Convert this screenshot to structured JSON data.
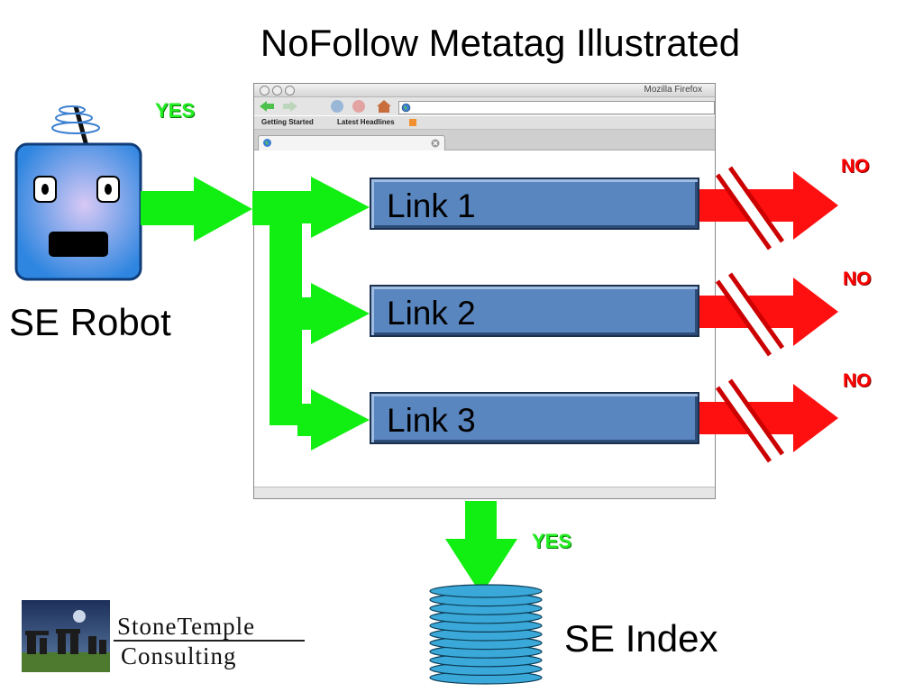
{
  "title": "NoFollow Metatag Illustrated",
  "robot_label": "SE Robot",
  "index_label": "SE Index",
  "yes_label": "YES",
  "no_label": "NO",
  "browser": {
    "window_title": "Mozilla Firefox",
    "bookmarks": [
      "Getting Started",
      "Latest Headlines"
    ]
  },
  "links": [
    "Link 1",
    "Link 2",
    "Link 3"
  ],
  "logo": {
    "line1": "StoneTemple",
    "line2": "Consulting"
  },
  "colors": {
    "allow": "#22ee22",
    "block": "#ff0000",
    "link_fill": "#5a86bf",
    "robot": "#3a8fe0",
    "index": "#3aa8d8"
  }
}
